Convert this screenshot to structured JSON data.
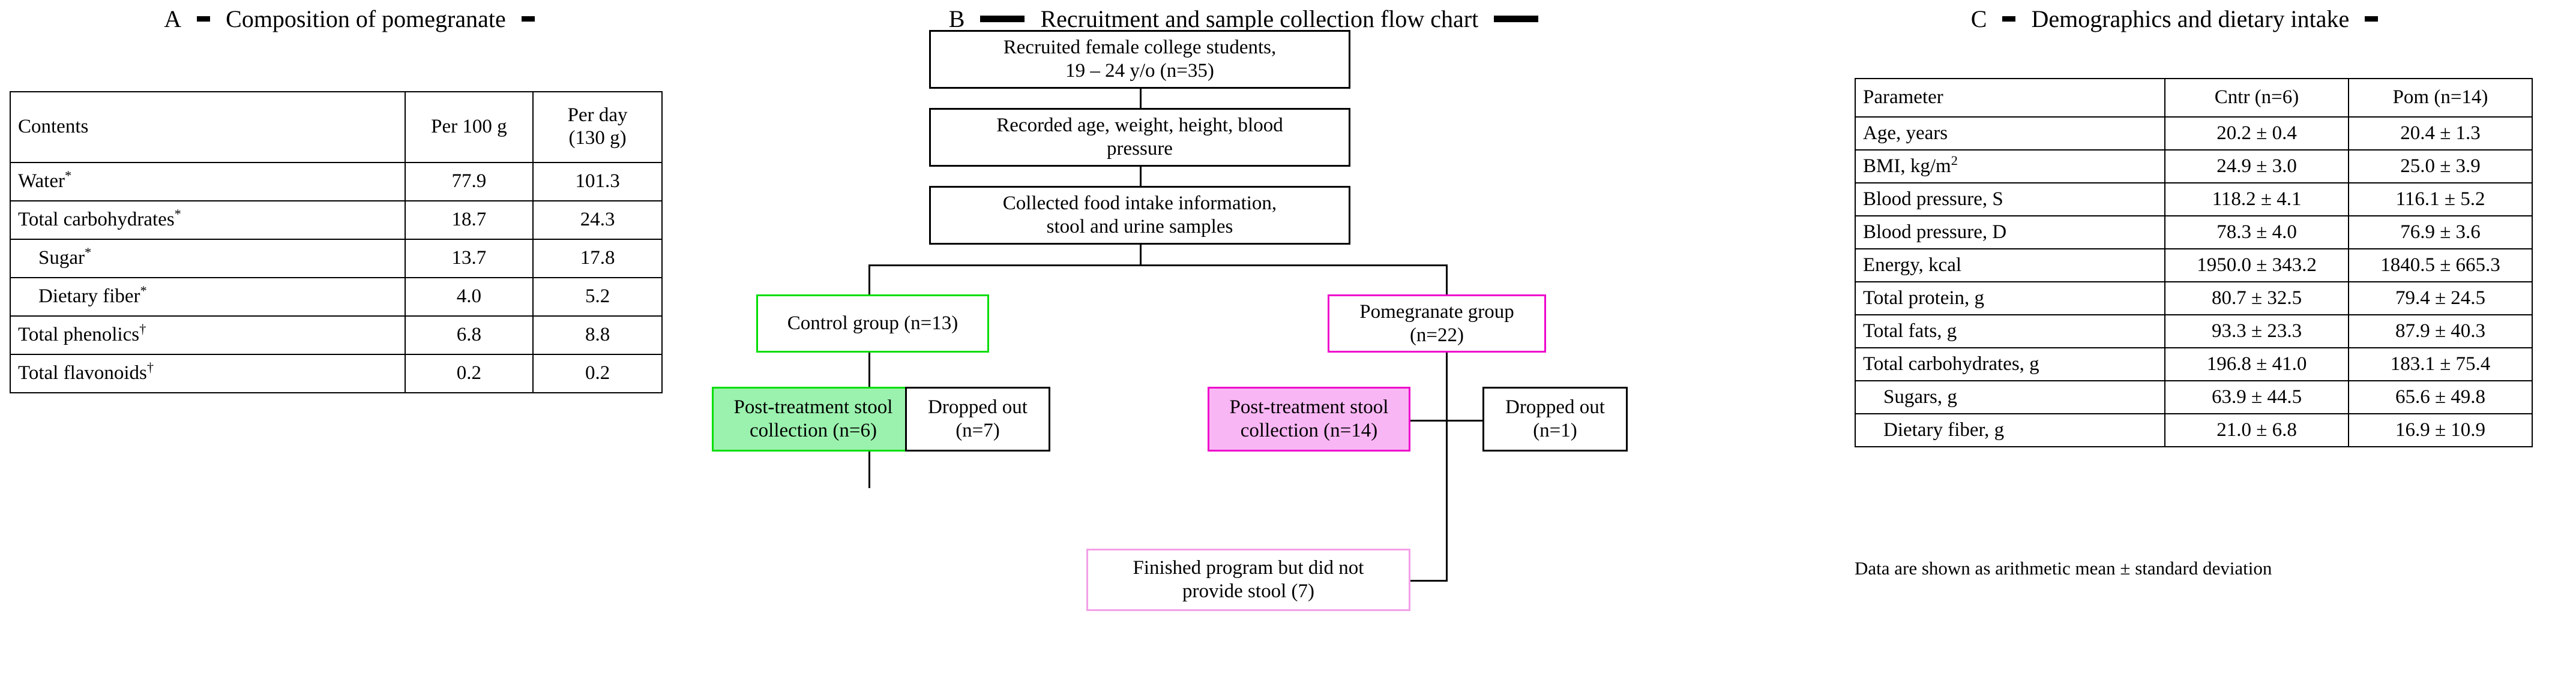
{
  "panels": {
    "a": {
      "letter": "A",
      "title": "Composition of pomegranate",
      "table": {
        "headers": [
          "Contents",
          "Per 100 g",
          "Per day (130 g)"
        ],
        "header_col3_line1": "Per day",
        "header_col3_line2": "(130 g)",
        "rows": [
          {
            "label": "Water",
            "marker": "*",
            "indent": false,
            "per100g": "77.9",
            "perday": "101.3"
          },
          {
            "label": "Total carbohydrates",
            "marker": "*",
            "indent": false,
            "per100g": "18.7",
            "perday": "24.3"
          },
          {
            "label": "Sugar",
            "marker": "*",
            "indent": true,
            "per100g": "13.7",
            "perday": "17.8"
          },
          {
            "label": "Dietary fiber",
            "marker": "*",
            "indent": true,
            "per100g": "4.0",
            "perday": "5.2"
          },
          {
            "label": "Total phenolics",
            "marker": "†",
            "indent": false,
            "per100g": "6.8",
            "perday": "8.8"
          },
          {
            "label": "Total flavonoids",
            "marker": "†",
            "indent": false,
            "per100g": "0.2",
            "perday": "0.2"
          }
        ]
      }
    },
    "b": {
      "letter": "B",
      "title": "Recruitment and sample collection flow chart",
      "nodes": {
        "recruited_line1": "Recruited  female college students,",
        "recruited_line2": "19 – 24 y/o (n=35)",
        "recorded_line1": "Recorded age, weight, height, blood",
        "recorded_line2": "pressure",
        "collected_line1": "Collected food intake information,",
        "collected_line2": "stool and urine samples",
        "control_group": "Control group (n=13)",
        "pom_group_line1": "Pomegranate group",
        "pom_group_line2": "(n=22)",
        "ctrl_stool_line1": "Post-treatment stool",
        "ctrl_stool_line2": "collection (n=6)",
        "ctrl_dropped_line1": "Dropped out",
        "ctrl_dropped_line2": "(n=7)",
        "pom_stool_line1": "Post-treatment stool",
        "pom_stool_line2": "collection (n=14)",
        "pom_dropped_line1": "Dropped out",
        "pom_dropped_line2": "(n=1)",
        "finished_line1": "Finished program but did not",
        "finished_line2": "provide stool (7)"
      },
      "colors": {
        "control_border": "#00dd00",
        "control_fill": "#9bf2ae",
        "pomegranate_border": "#ee00cc",
        "pomegranate_fill": "#f9b6f4",
        "finished_border": "#f2a0e8"
      }
    },
    "c": {
      "letter": "C",
      "title": "Demographics and dietary intake",
      "table": {
        "headers": [
          "Parameter",
          "Cntr (n=6)",
          "Pom (n=14)"
        ],
        "rows": [
          {
            "label": "Age, years",
            "indent": false,
            "cntr": "20.2 ± 0.4",
            "pom": "20.4 ± 1.3"
          },
          {
            "label": "BMI, kg/m",
            "sup": "2",
            "indent": false,
            "cntr": "24.9 ± 3.0",
            "pom": "25.0 ± 3.9"
          },
          {
            "label": "Blood pressure, S",
            "indent": false,
            "cntr": "118.2 ± 4.1",
            "pom": "116.1 ± 5.2"
          },
          {
            "label": "Blood pressure, D",
            "indent": false,
            "cntr": "78.3 ± 4.0",
            "pom": "76.9 ± 3.6"
          },
          {
            "label": "Energy, kcal",
            "indent": false,
            "cntr": "1950.0 ± 343.2",
            "pom": "1840.5 ± 665.3"
          },
          {
            "label": "Total protein, g",
            "indent": false,
            "cntr": "80.7 ± 32.5",
            "pom": "79.4 ± 24.5"
          },
          {
            "label": "Total fats, g",
            "indent": false,
            "cntr": "93.3 ± 23.3",
            "pom": "87.9 ± 40.3"
          },
          {
            "label": "Total carbohydrates, g",
            "indent": false,
            "cntr": "196.8 ± 41.0",
            "pom": "183.1 ± 75.4"
          },
          {
            "label": "Sugars, g",
            "indent": true,
            "cntr": "63.9 ± 44.5",
            "pom": "65.6 ± 49.8"
          },
          {
            "label": "Dietary fiber, g",
            "indent": true,
            "cntr": "21.0 ± 6.8",
            "pom": "16.9 ± 10.9"
          }
        ]
      },
      "note": "Data are shown as arithmetic mean ± standard deviation"
    }
  }
}
